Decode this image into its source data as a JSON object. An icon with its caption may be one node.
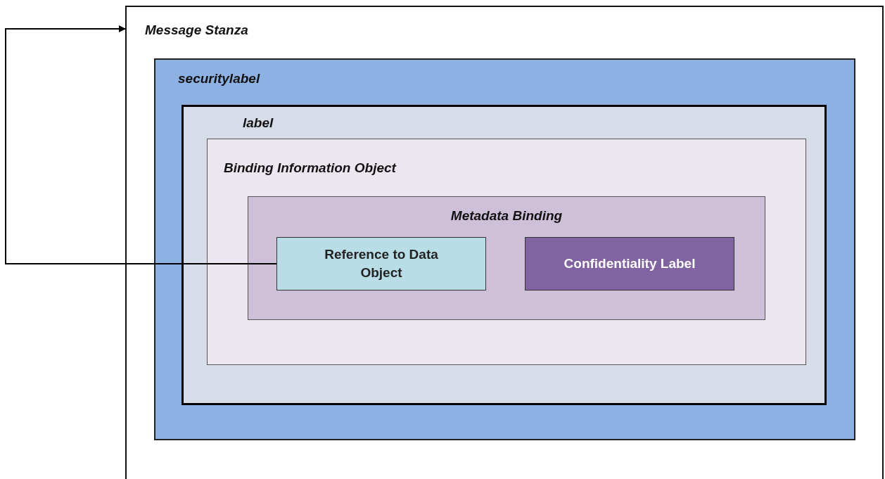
{
  "diagram": {
    "nodes": [
      {
        "text": [
          "Message Stanza"
        ]
      },
      {
        "text": [
          "securitylabel"
        ],
        "in": 0
      },
      {
        "text": [
          "label"
        ],
        "in": 1
      },
      {
        "text": [
          "Binding Information Object"
        ],
        "in": 2
      },
      {
        "text": [
          "Metadata Binding"
        ],
        "in": 3
      },
      {
        "text": [
          "Reference to Data Object"
        ],
        "in": 4
      },
      {
        "text": [
          "Confidentiality Label"
        ],
        "in": 4
      }
    ],
    "edges": [
      {
        "from": 5,
        "to": 0,
        "arrow": "to"
      }
    ]
  }
}
